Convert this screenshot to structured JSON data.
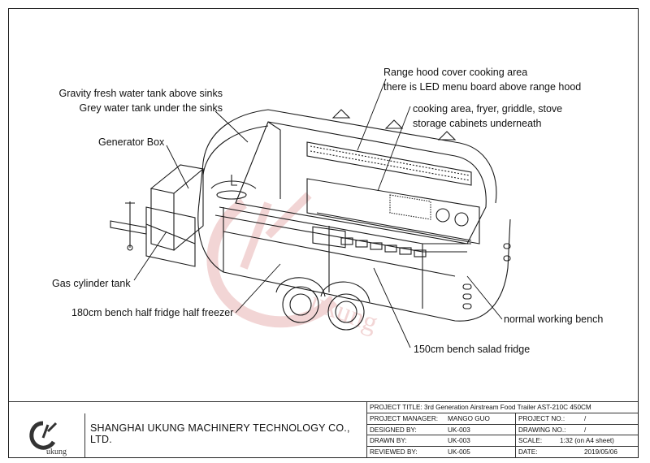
{
  "annotations": {
    "range_hood": [
      "Range hood cover cooking area",
      "there is LED menu board above range hood"
    ],
    "cooking_area": [
      "cooking area, fryer, griddle, stove",
      "storage cabinets underneath"
    ],
    "water_tanks": [
      "Gravity fresh water tank above sinks",
      "Grey water tank under the sinks"
    ],
    "generator_box": "Generator Box",
    "gas_cylinder": "Gas cylinder tank",
    "bench_180": "180cm bench half fridge half freezer",
    "working_bench": "normal working bench",
    "bench_150": "150cm bench salad fridge"
  },
  "logo": {
    "text": "ukung",
    "color": "#333333"
  },
  "watermark": {
    "text": "ukung",
    "color": "#e8b3b3"
  },
  "title_block": {
    "company": "SHANGHAI UKUNG MACHINERY TECHNOLOGY CO., LTD.",
    "project_title_label": "PROJECT TITLE:",
    "project_title_value": "3rd Generation Airstream Food Trailer AST-210C 450CM",
    "rows": [
      {
        "l1": "PROJECT MANAGER:",
        "v1": "MANGO GUO",
        "l2": "PROJECT NO.:",
        "v2": "/"
      },
      {
        "l1": "DESIGNED BY:",
        "v1": "UK-003",
        "l2": "DRAWING NO.:",
        "v2": "/"
      },
      {
        "l1": "DRAWN BY:",
        "v1": "UK-003",
        "l2": "SCALE:",
        "v2": "1:32 (on A4 sheet)"
      },
      {
        "l1": "REVIEWED BY:",
        "v1": "UK-005",
        "l2": "DATE:",
        "v2": "2019/05/06"
      }
    ]
  }
}
